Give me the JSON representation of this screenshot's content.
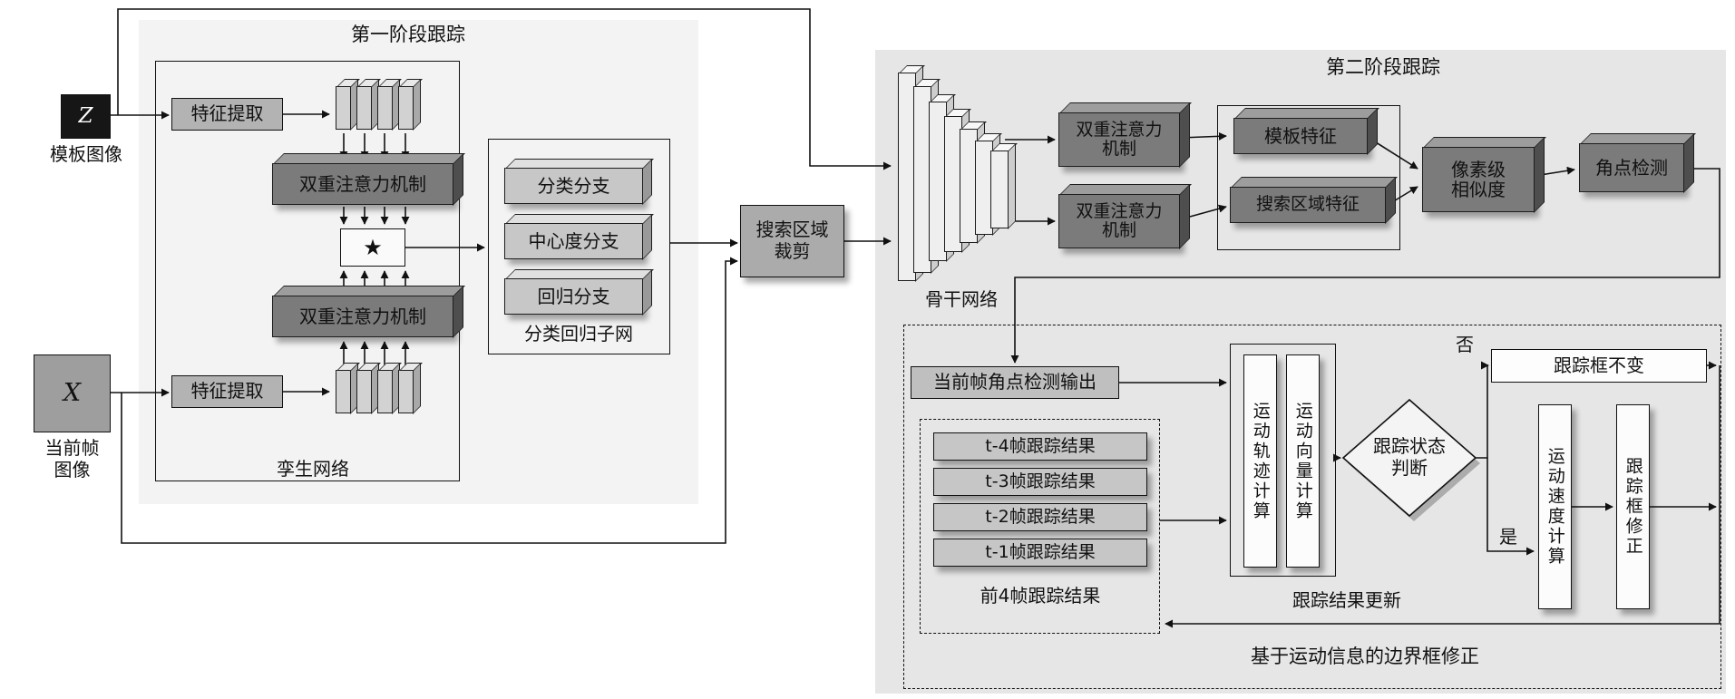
{
  "stage1": {
    "title": "第一阶段跟踪",
    "siamese_label": "孪生网络",
    "template_symbol": "Z",
    "template_label": "模板图像",
    "current_symbol": "X",
    "current_label_line1": "当前帧",
    "current_label_line2": "图像",
    "feat_top": "特征提取",
    "feat_bottom": "特征提取",
    "attn_top": "双重注意力机制",
    "attn_bottom": "双重注意力机制",
    "star": "★",
    "subnet_label": "分类回归子网",
    "branch_cls": "分类分支",
    "branch_ctr": "中心度分支",
    "branch_reg": "回归分支"
  },
  "crop": {
    "line1": "搜索区域",
    "line2": "裁剪"
  },
  "stage2": {
    "title": "第二阶段跟踪",
    "backbone_label": "骨干网络",
    "attn1_line1": "双重注意力",
    "attn1_line2": "机制",
    "attn2_line1": "双重注意力",
    "attn2_line2": "机制",
    "template_feat": "模板特征",
    "search_feat": "搜索区域特征",
    "similarity_line1": "像素级",
    "similarity_line2": "相似度",
    "corner": "角点检测"
  },
  "correction": {
    "title": "基于运动信息的边界框修正",
    "corner_output": "当前帧角点检测输出",
    "history_label": "前4帧跟踪结果",
    "history_items": [
      "t-4帧跟踪结果",
      "t-3帧跟踪结果",
      "t-2帧跟踪结果",
      "t-1帧跟踪结果"
    ],
    "trajectory": "运动轨迹计算",
    "vector": "运动向量计算",
    "decision_line1": "跟踪状态",
    "decision_line2": "判断",
    "no": "否",
    "yes": "是",
    "unchanged": "跟踪框不变",
    "velocity": "运动速度计算",
    "correct": "跟踪框修正",
    "update": "跟踪结果更新"
  }
}
